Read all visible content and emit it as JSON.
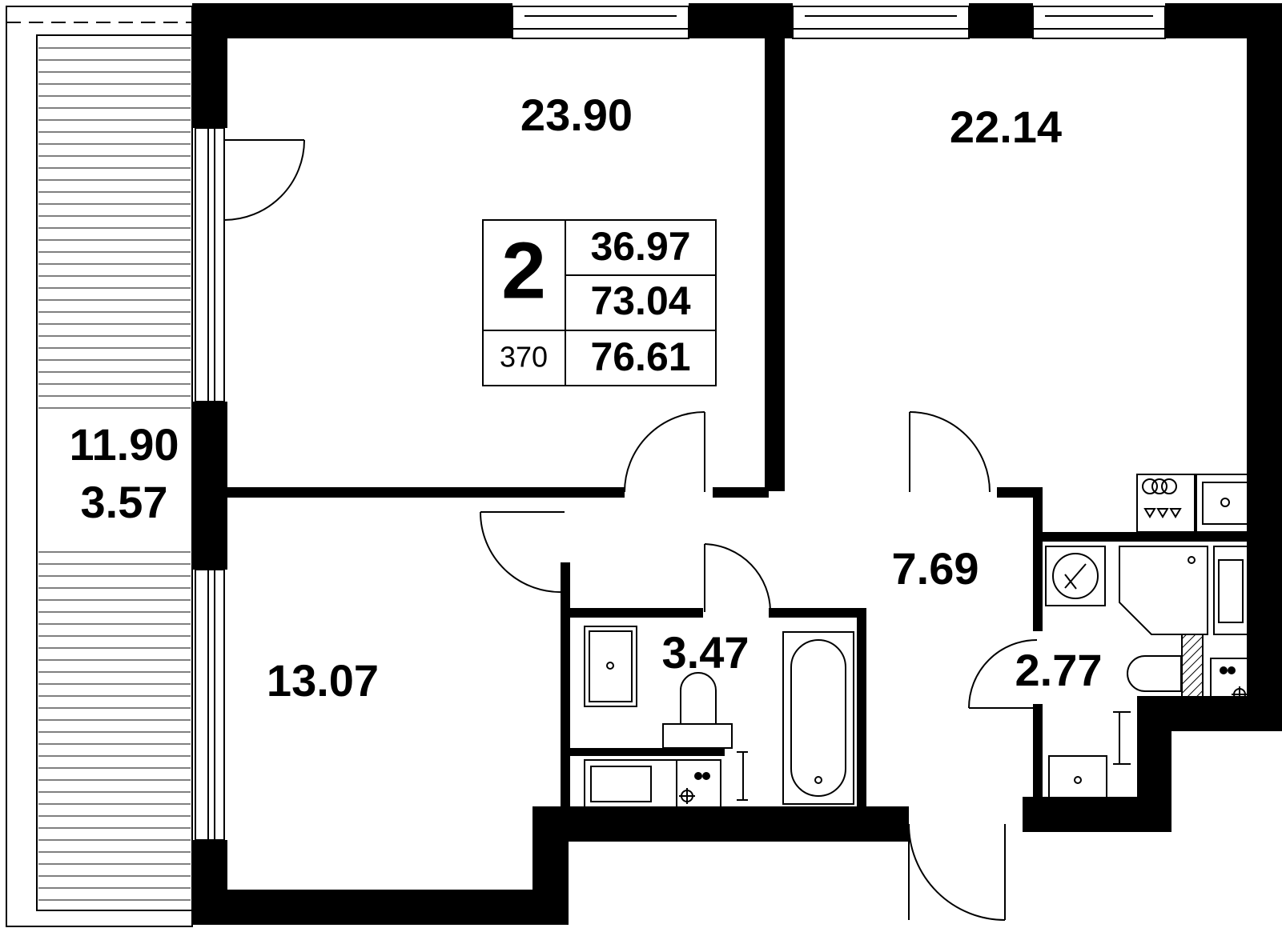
{
  "colors": {
    "wall": "#000000",
    "background": "#ffffff",
    "line": "#000000"
  },
  "rooms": {
    "living_room": "23.90",
    "bedroom": "22.14",
    "bedroom_small": "13.07",
    "hallway": "7.69",
    "bathroom": "3.47",
    "wc": "2.77",
    "balcony_area": "11.90",
    "balcony_reduced": "3.57"
  },
  "info_box": {
    "rooms_count": "2",
    "living_area": "36.97",
    "total_area": "73.04",
    "apartment_number": "370",
    "total_with_balcony": "76.61"
  },
  "icons": [
    "stove-icon",
    "sink-icon",
    "washing-machine-icon",
    "bathtub-icon",
    "toilet-icon",
    "shower-icon",
    "boiler-icon",
    "door-swing-icon",
    "window-icon"
  ]
}
